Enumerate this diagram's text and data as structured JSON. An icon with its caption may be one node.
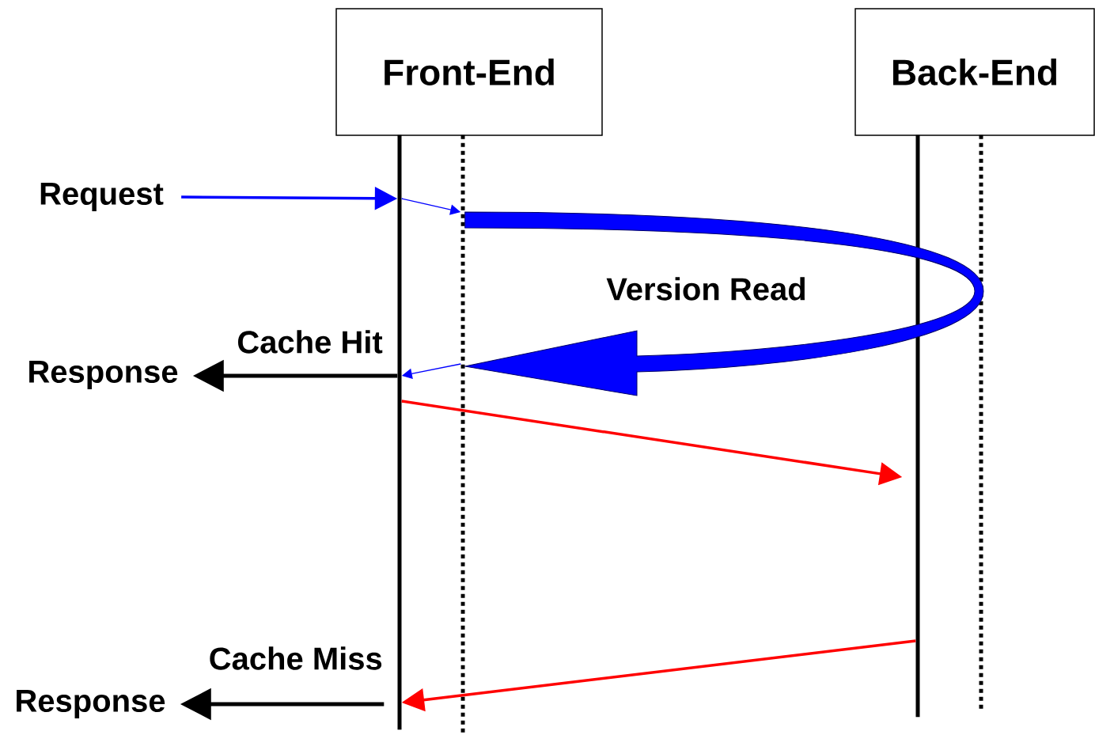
{
  "diagram": {
    "nodes": [
      {
        "text": [
          "Front-End"
        ]
      },
      {
        "text": [
          "Back-End"
        ]
      },
      {
        "text": [],
        "shape": "bar"
      },
      {
        "text": [],
        "shape": "bar"
      },
      {
        "text": [],
        "shape": "bar"
      },
      {
        "text": [],
        "shape": "bar"
      },
      {
        "text": [
          "Request"
        ]
      },
      {
        "text": [
          "Response"
        ]
      },
      {
        "text": [
          "Response"
        ]
      }
    ],
    "edges": [
      {
        "from": 6,
        "to": 2,
        "arrow": "to",
        "color": "#0000ff"
      },
      {
        "from": 2,
        "to": 3,
        "arrow": "to",
        "color": "#0000ff"
      },
      {
        "from": 3,
        "to": 3,
        "arrow": "to",
        "color": "#0000ff",
        "style": "thick",
        "label": "Version Read"
      },
      {
        "from": 3,
        "to": 2,
        "arrow": "to",
        "color": "#0000ff"
      },
      {
        "from": 2,
        "to": 7,
        "arrow": "to",
        "color": "#000000",
        "label": "Cache Hit"
      },
      {
        "from": 2,
        "to": 4,
        "arrow": "to",
        "color": "#ff0000"
      },
      {
        "from": 4,
        "to": 2,
        "arrow": "to",
        "color": "#ff0000"
      },
      {
        "from": 2,
        "to": 8,
        "arrow": "to",
        "color": "#000000",
        "label": "Cache Miss"
      }
    ]
  }
}
